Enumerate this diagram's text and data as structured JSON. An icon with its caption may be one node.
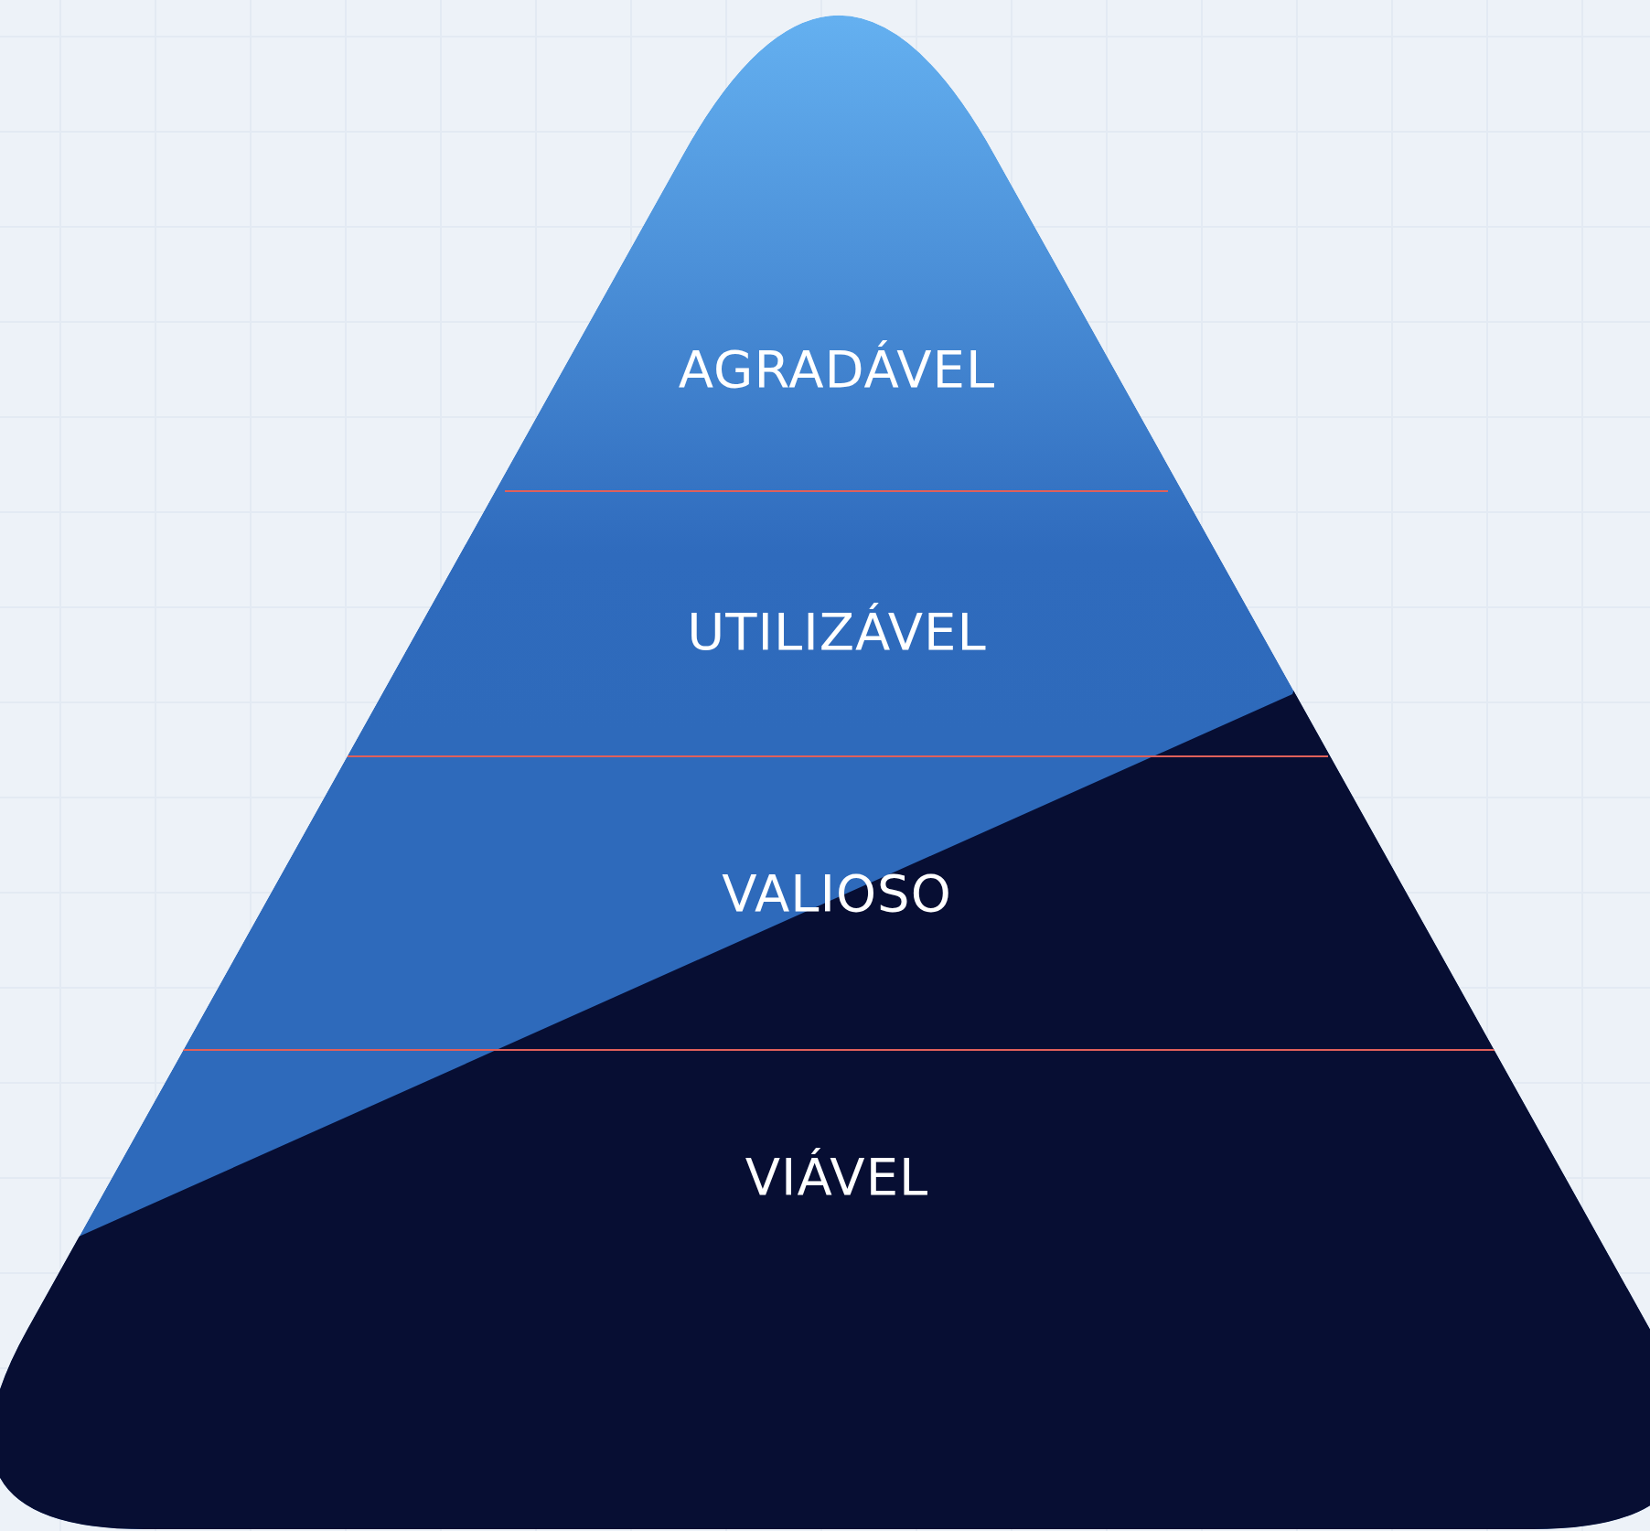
{
  "diagram": {
    "nodes": [
      {
        "text": [
          "AGRADÁVEL"
        ]
      },
      {
        "text": [
          "UTILIZÁVEL"
        ]
      },
      {
        "text": [
          "VALIOSO"
        ]
      },
      {
        "text": [
          "VIÁVEL"
        ]
      }
    ]
  }
}
